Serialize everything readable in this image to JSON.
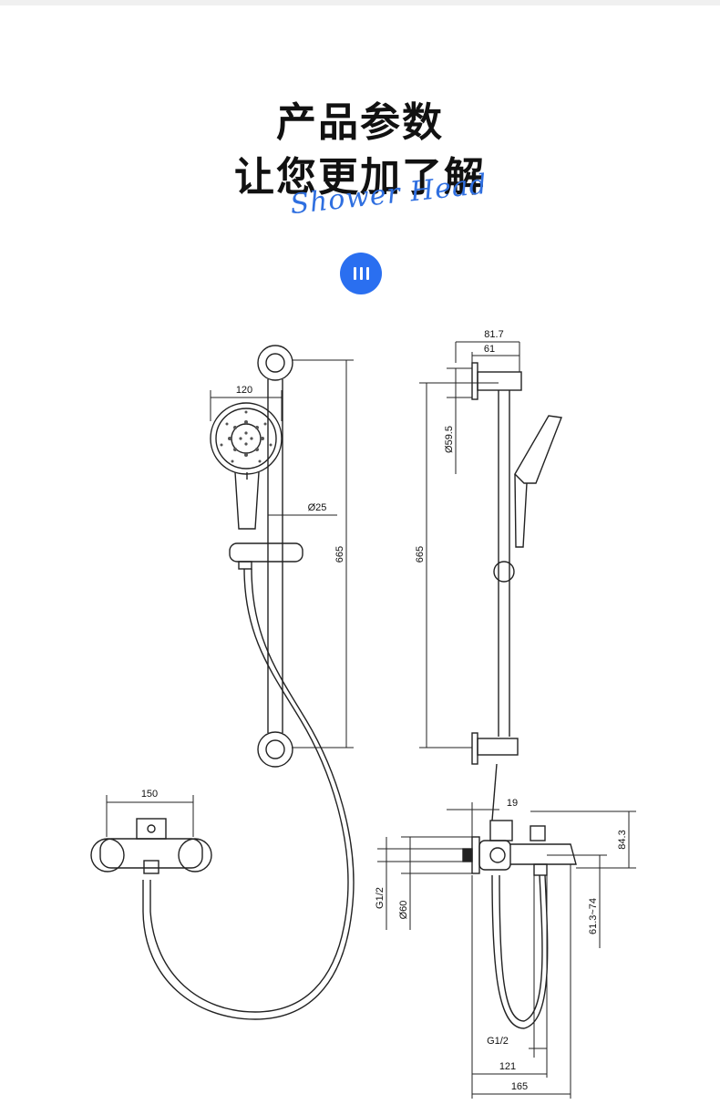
{
  "header": {
    "title_line1": "产品参数",
    "title_line2": "让您更加了解",
    "script_text": "Shower Head"
  },
  "colors": {
    "accent": "#2a6ff0",
    "line": "#222222"
  },
  "badge_icon": "three-bars-icon",
  "dimensions": {
    "front": {
      "head_width": "120",
      "rail_diameter": "Ø25",
      "rail_height": "665",
      "mixer_width": "150"
    },
    "side": {
      "top_width": "81.7",
      "top_offset": "61",
      "bracket_diameter": "Ø59.5",
      "rail_height": "665",
      "spout_offset": "19",
      "mixer_height": "84.3",
      "inlet_thread": "G1/2",
      "inlet_diameter": "Ø60",
      "center_range": "61.3~74",
      "bottom_thread": "G1/2",
      "depth_121": "121",
      "depth_165": "165"
    }
  }
}
